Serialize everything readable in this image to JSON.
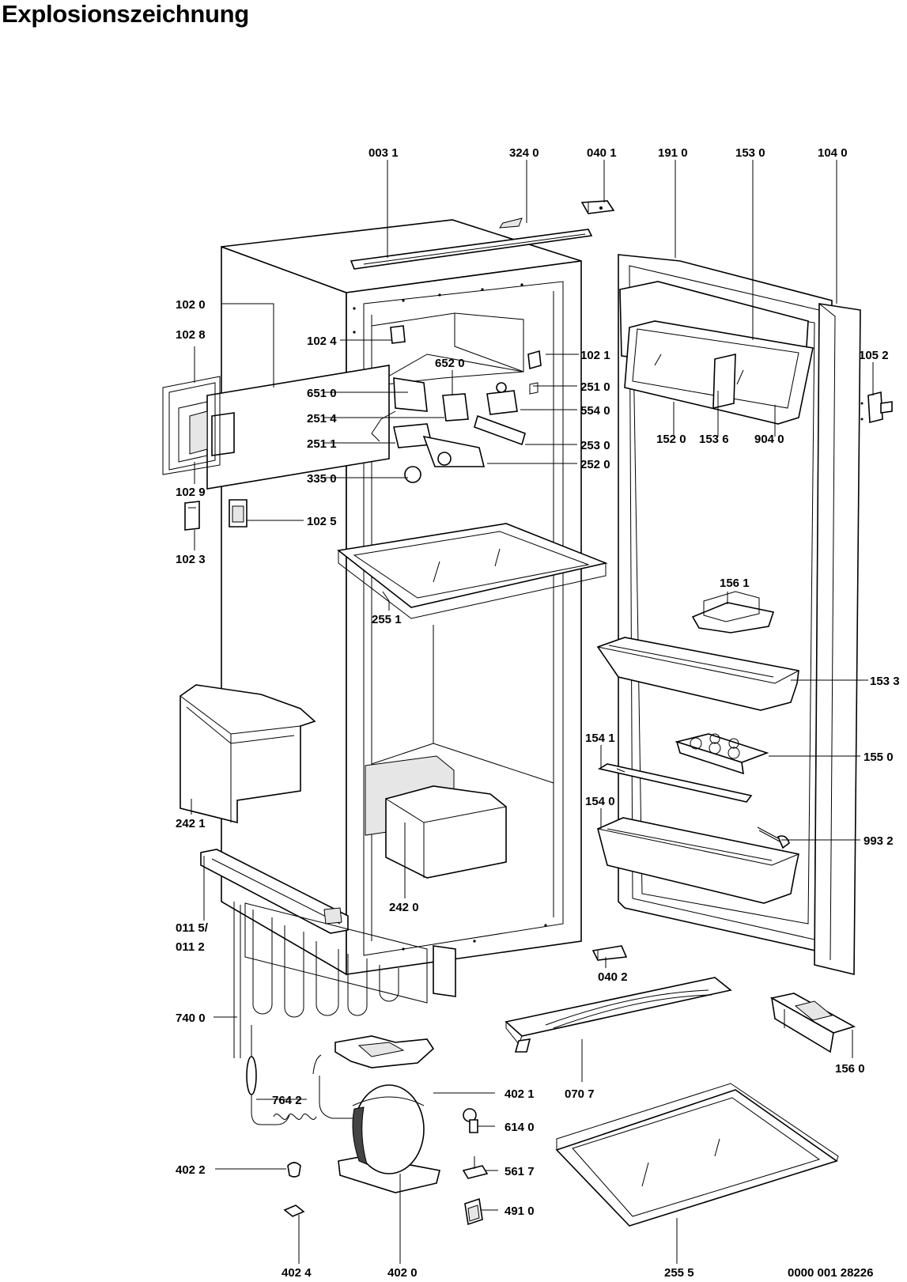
{
  "title": "Explosionszeichnung",
  "document_number": "0000 001 28226",
  "parts": [
    {
      "id": "p0031",
      "code": "003 1"
    },
    {
      "id": "p3240",
      "code": "324 0"
    },
    {
      "id": "p0401",
      "code": "040 1"
    },
    {
      "id": "p1910",
      "code": "191 0"
    },
    {
      "id": "p1530",
      "code": "153 0"
    },
    {
      "id": "p1040",
      "code": "104 0"
    },
    {
      "id": "p1020",
      "code": "102 0"
    },
    {
      "id": "p1028",
      "code": "102 8"
    },
    {
      "id": "p1024",
      "code": "102 4"
    },
    {
      "id": "p6520",
      "code": "652 0"
    },
    {
      "id": "p1021",
      "code": "102 1"
    },
    {
      "id": "p1052",
      "code": "105 2"
    },
    {
      "id": "p6510",
      "code": "651 0"
    },
    {
      "id": "p2510",
      "code": "251 0"
    },
    {
      "id": "p2514",
      "code": "251 4"
    },
    {
      "id": "p5540",
      "code": "554 0"
    },
    {
      "id": "p2511",
      "code": "251 1"
    },
    {
      "id": "p2530",
      "code": "253 0"
    },
    {
      "id": "p1520",
      "code": "152 0"
    },
    {
      "id": "p1536",
      "code": "153 6"
    },
    {
      "id": "p9040",
      "code": "904 0"
    },
    {
      "id": "p2520",
      "code": "252 0"
    },
    {
      "id": "p3350",
      "code": "335 0"
    },
    {
      "id": "p1029",
      "code": "102 9"
    },
    {
      "id": "p1025",
      "code": "102 5"
    },
    {
      "id": "p1023",
      "code": "102 3"
    },
    {
      "id": "p1561",
      "code": "156 1"
    },
    {
      "id": "p2551",
      "code": "255 1"
    },
    {
      "id": "p1533",
      "code": "153 3"
    },
    {
      "id": "p1541",
      "code": "154 1"
    },
    {
      "id": "p1550",
      "code": "155 0"
    },
    {
      "id": "p1540",
      "code": "154 0"
    },
    {
      "id": "p2421",
      "code": "242 1"
    },
    {
      "id": "p9932",
      "code": "993 2"
    },
    {
      "id": "p2420",
      "code": "242 0"
    },
    {
      "id": "p0115",
      "code": "011 5/"
    },
    {
      "id": "p0112",
      "code": "011 2"
    },
    {
      "id": "p0402",
      "code": "040 2"
    },
    {
      "id": "p7400",
      "code": "740 0"
    },
    {
      "id": "p4021",
      "code": "402 1"
    },
    {
      "id": "p0707",
      "code": "070 7"
    },
    {
      "id": "p1560",
      "code": "156 0"
    },
    {
      "id": "p7642",
      "code": "764 2"
    },
    {
      "id": "p6140",
      "code": "614 0"
    },
    {
      "id": "p4022",
      "code": "402 2"
    },
    {
      "id": "p5617",
      "code": "561 7"
    },
    {
      "id": "p4910",
      "code": "491 0"
    },
    {
      "id": "p4024",
      "code": "402 4"
    },
    {
      "id": "p4020",
      "code": "402 0"
    },
    {
      "id": "p2555",
      "code": "255 5"
    }
  ]
}
